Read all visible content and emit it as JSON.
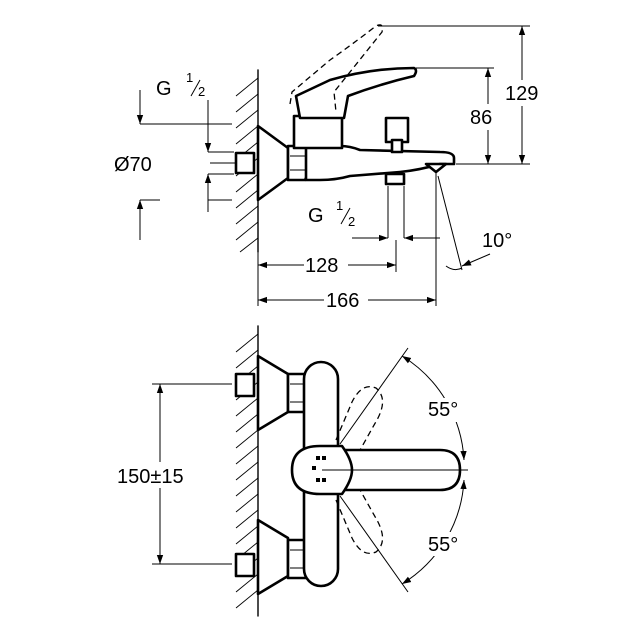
{
  "labels": {
    "thread_top_main": "G",
    "thread_top_num": "1",
    "thread_top_den": "2",
    "diameter": "Ø70",
    "thread_spout_main": "G",
    "thread_spout_num": "1",
    "thread_spout_den": "2",
    "dim_129": "129",
    "dim_86": "86",
    "dim_128": "128",
    "dim_166": "166",
    "angle_10": "10°",
    "dim_150": "150±15",
    "angle_55_top": "55°",
    "angle_55_bottom": "55°"
  }
}
